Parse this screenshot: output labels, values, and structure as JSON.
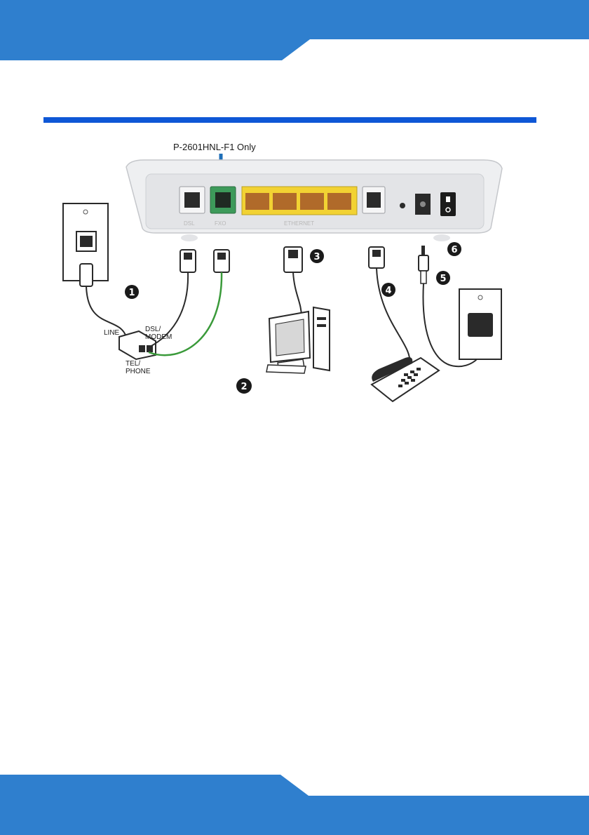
{
  "diagram": {
    "callout": "P-2601HNL-F1 Only",
    "splitter": {
      "line_label": "LINE",
      "dsl_label_1": "DSL/",
      "dsl_label_2": "MODEM",
      "tel_label_1": "TEL/",
      "tel_label_2": "PHONE"
    },
    "steps": [
      "1",
      "2",
      "3",
      "4",
      "5",
      "6"
    ],
    "colors": {
      "brand_blue": "#2f7fce",
      "rule_blue": "#0e57d6",
      "dsl_port_green": "#3d9a5a",
      "ethernet_yellow": "#f2d233",
      "phone_cable_green": "#3a9a3a"
    }
  }
}
